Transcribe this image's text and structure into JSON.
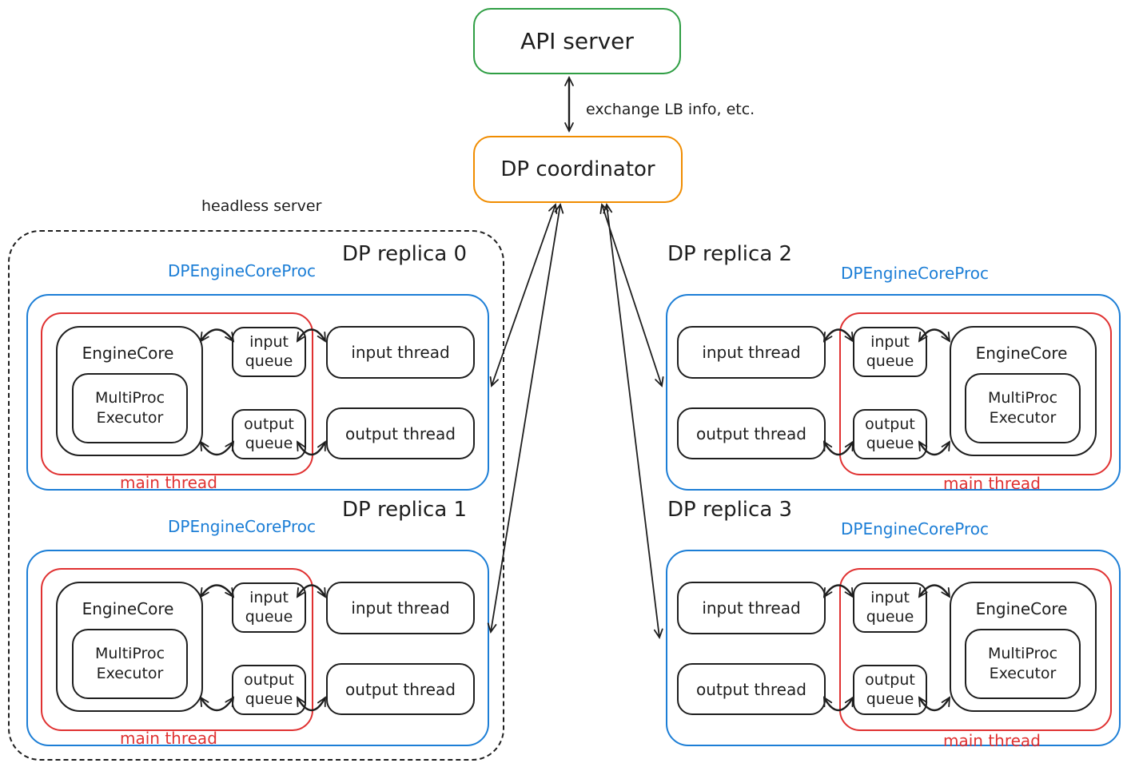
{
  "colors": {
    "api_green": "#2f9e44",
    "coordinator_orange": "#f08c00",
    "proc_blue": "#1c7ed6",
    "thread_red": "#e03131",
    "ink": "#1e1e1e",
    "background": "#ffffff"
  },
  "nodes": {
    "api_server": "API server",
    "dp_coordinator": "DP coordinator",
    "exchange_note": "exchange LB info, etc.",
    "headless_server": "headless server"
  },
  "replicas": [
    {
      "title": "DP replica 0",
      "proc": "DPEngineCoreProc",
      "engine": "EngineCore",
      "executor": "MultiProc Executor",
      "input_queue": "input queue",
      "output_queue": "output queue",
      "input_thread": "input thread",
      "output_thread": "output thread",
      "main_thread": "main thread"
    },
    {
      "title": "DP replica 1",
      "proc": "DPEngineCoreProc",
      "engine": "EngineCore",
      "executor": "MultiProc Executor",
      "input_queue": "input queue",
      "output_queue": "output queue",
      "input_thread": "input thread",
      "output_thread": "output thread",
      "main_thread": "main thread"
    },
    {
      "title": "DP replica 2",
      "proc": "DPEngineCoreProc",
      "engine": "EngineCore",
      "executor": "MultiProc Executor",
      "input_queue": "input queue",
      "output_queue": "output queue",
      "input_thread": "input thread",
      "output_thread": "output thread",
      "main_thread": "main thread"
    },
    {
      "title": "DP replica 3",
      "proc": "DPEngineCoreProc",
      "engine": "EngineCore",
      "executor": "MultiProc Executor",
      "input_queue": "input queue",
      "output_queue": "output queue",
      "input_thread": "input thread",
      "output_thread": "output thread",
      "main_thread": "main thread"
    }
  ]
}
